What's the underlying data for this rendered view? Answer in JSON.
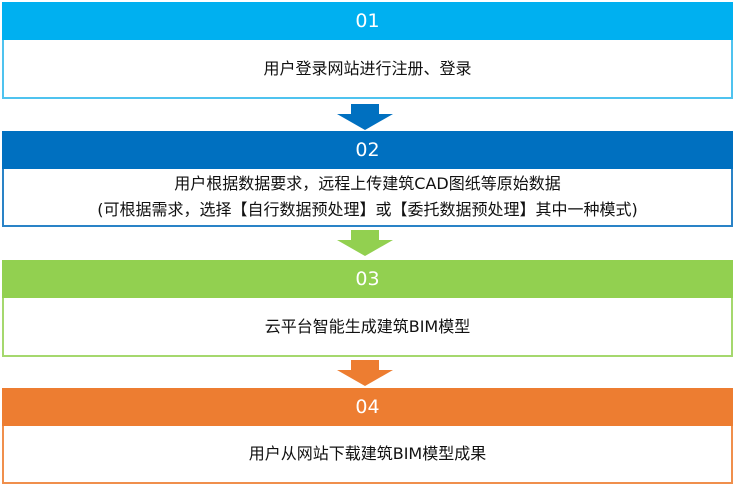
{
  "steps": [
    {
      "number": "01",
      "lines": [
        "用户登录网站进行注册、登录"
      ],
      "color": "#00b0f0"
    },
    {
      "number": "02",
      "lines": [
        "用户根据数据要求，远程上传建筑CAD图纸等原始数据",
        "(可根据需求，选择【自行数据预处理】或【委托数据预处理】其中一种模式)"
      ],
      "color": "#0070c0"
    },
    {
      "number": "03",
      "lines": [
        "云平台智能生成建筑BIM模型"
      ],
      "color": "#92d050"
    },
    {
      "number": "04",
      "lines": [
        "用户从网站下载建筑BIM模型成果"
      ],
      "color": "#ed7d31"
    }
  ],
  "arrow_colors": [
    "#0070c0",
    "#92d050",
    "#ed7d31"
  ]
}
